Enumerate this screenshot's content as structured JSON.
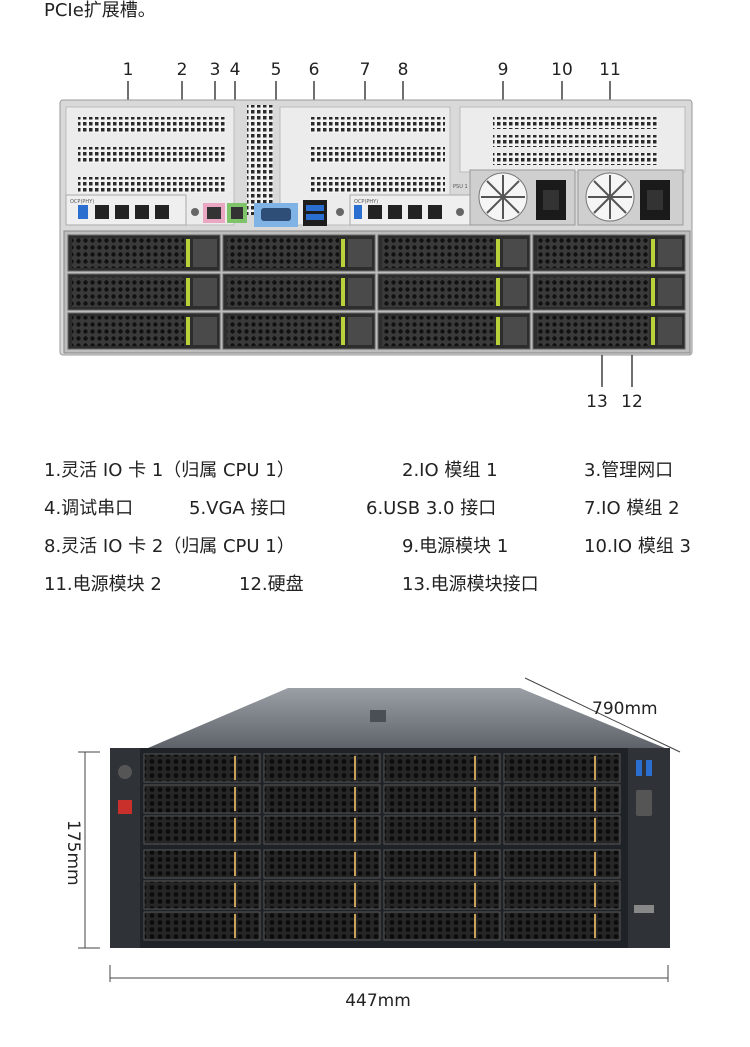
{
  "intro_text": "PCIe扩展槽。",
  "callouts": {
    "top": [
      "1",
      "2",
      "3",
      "4",
      "5",
      "6",
      "7",
      "8",
      "9",
      "10",
      "11"
    ],
    "bottom": [
      "13",
      "12"
    ]
  },
  "rear_labels": {
    "ocp_left": "OCP(PHY)",
    "ocp_right": "OCP(PHY)",
    "psu": "PSU 1 2"
  },
  "legend": [
    [
      "1.灵活 IO 卡 1（归属 CPU 1）",
      "2.IO 模组 1",
      "3.管理网口"
    ],
    [
      "4.调试串口",
      "5.VGA 接口",
      "6.USB 3.0 接口",
      "7.IO 模组 2"
    ],
    [
      "8.灵活 IO 卡 2（归属 CPU 1）",
      "9.电源模块 1",
      "10.IO 模组 3"
    ],
    [
      "11.电源模块 2",
      "12.硬盘",
      "13.电源模块接口"
    ]
  ],
  "dimensions": {
    "depth": "790mm",
    "height": "175mm",
    "width": "447mm"
  },
  "colors": {
    "chassis_dark": "#2b2e33",
    "panel_light": "#e8e8e8",
    "bay_green": "#b9d23a",
    "usb_blue": "#2a6fd0",
    "vga_blue": "#7fb3e6",
    "drive_accent": "#c9a15a"
  }
}
